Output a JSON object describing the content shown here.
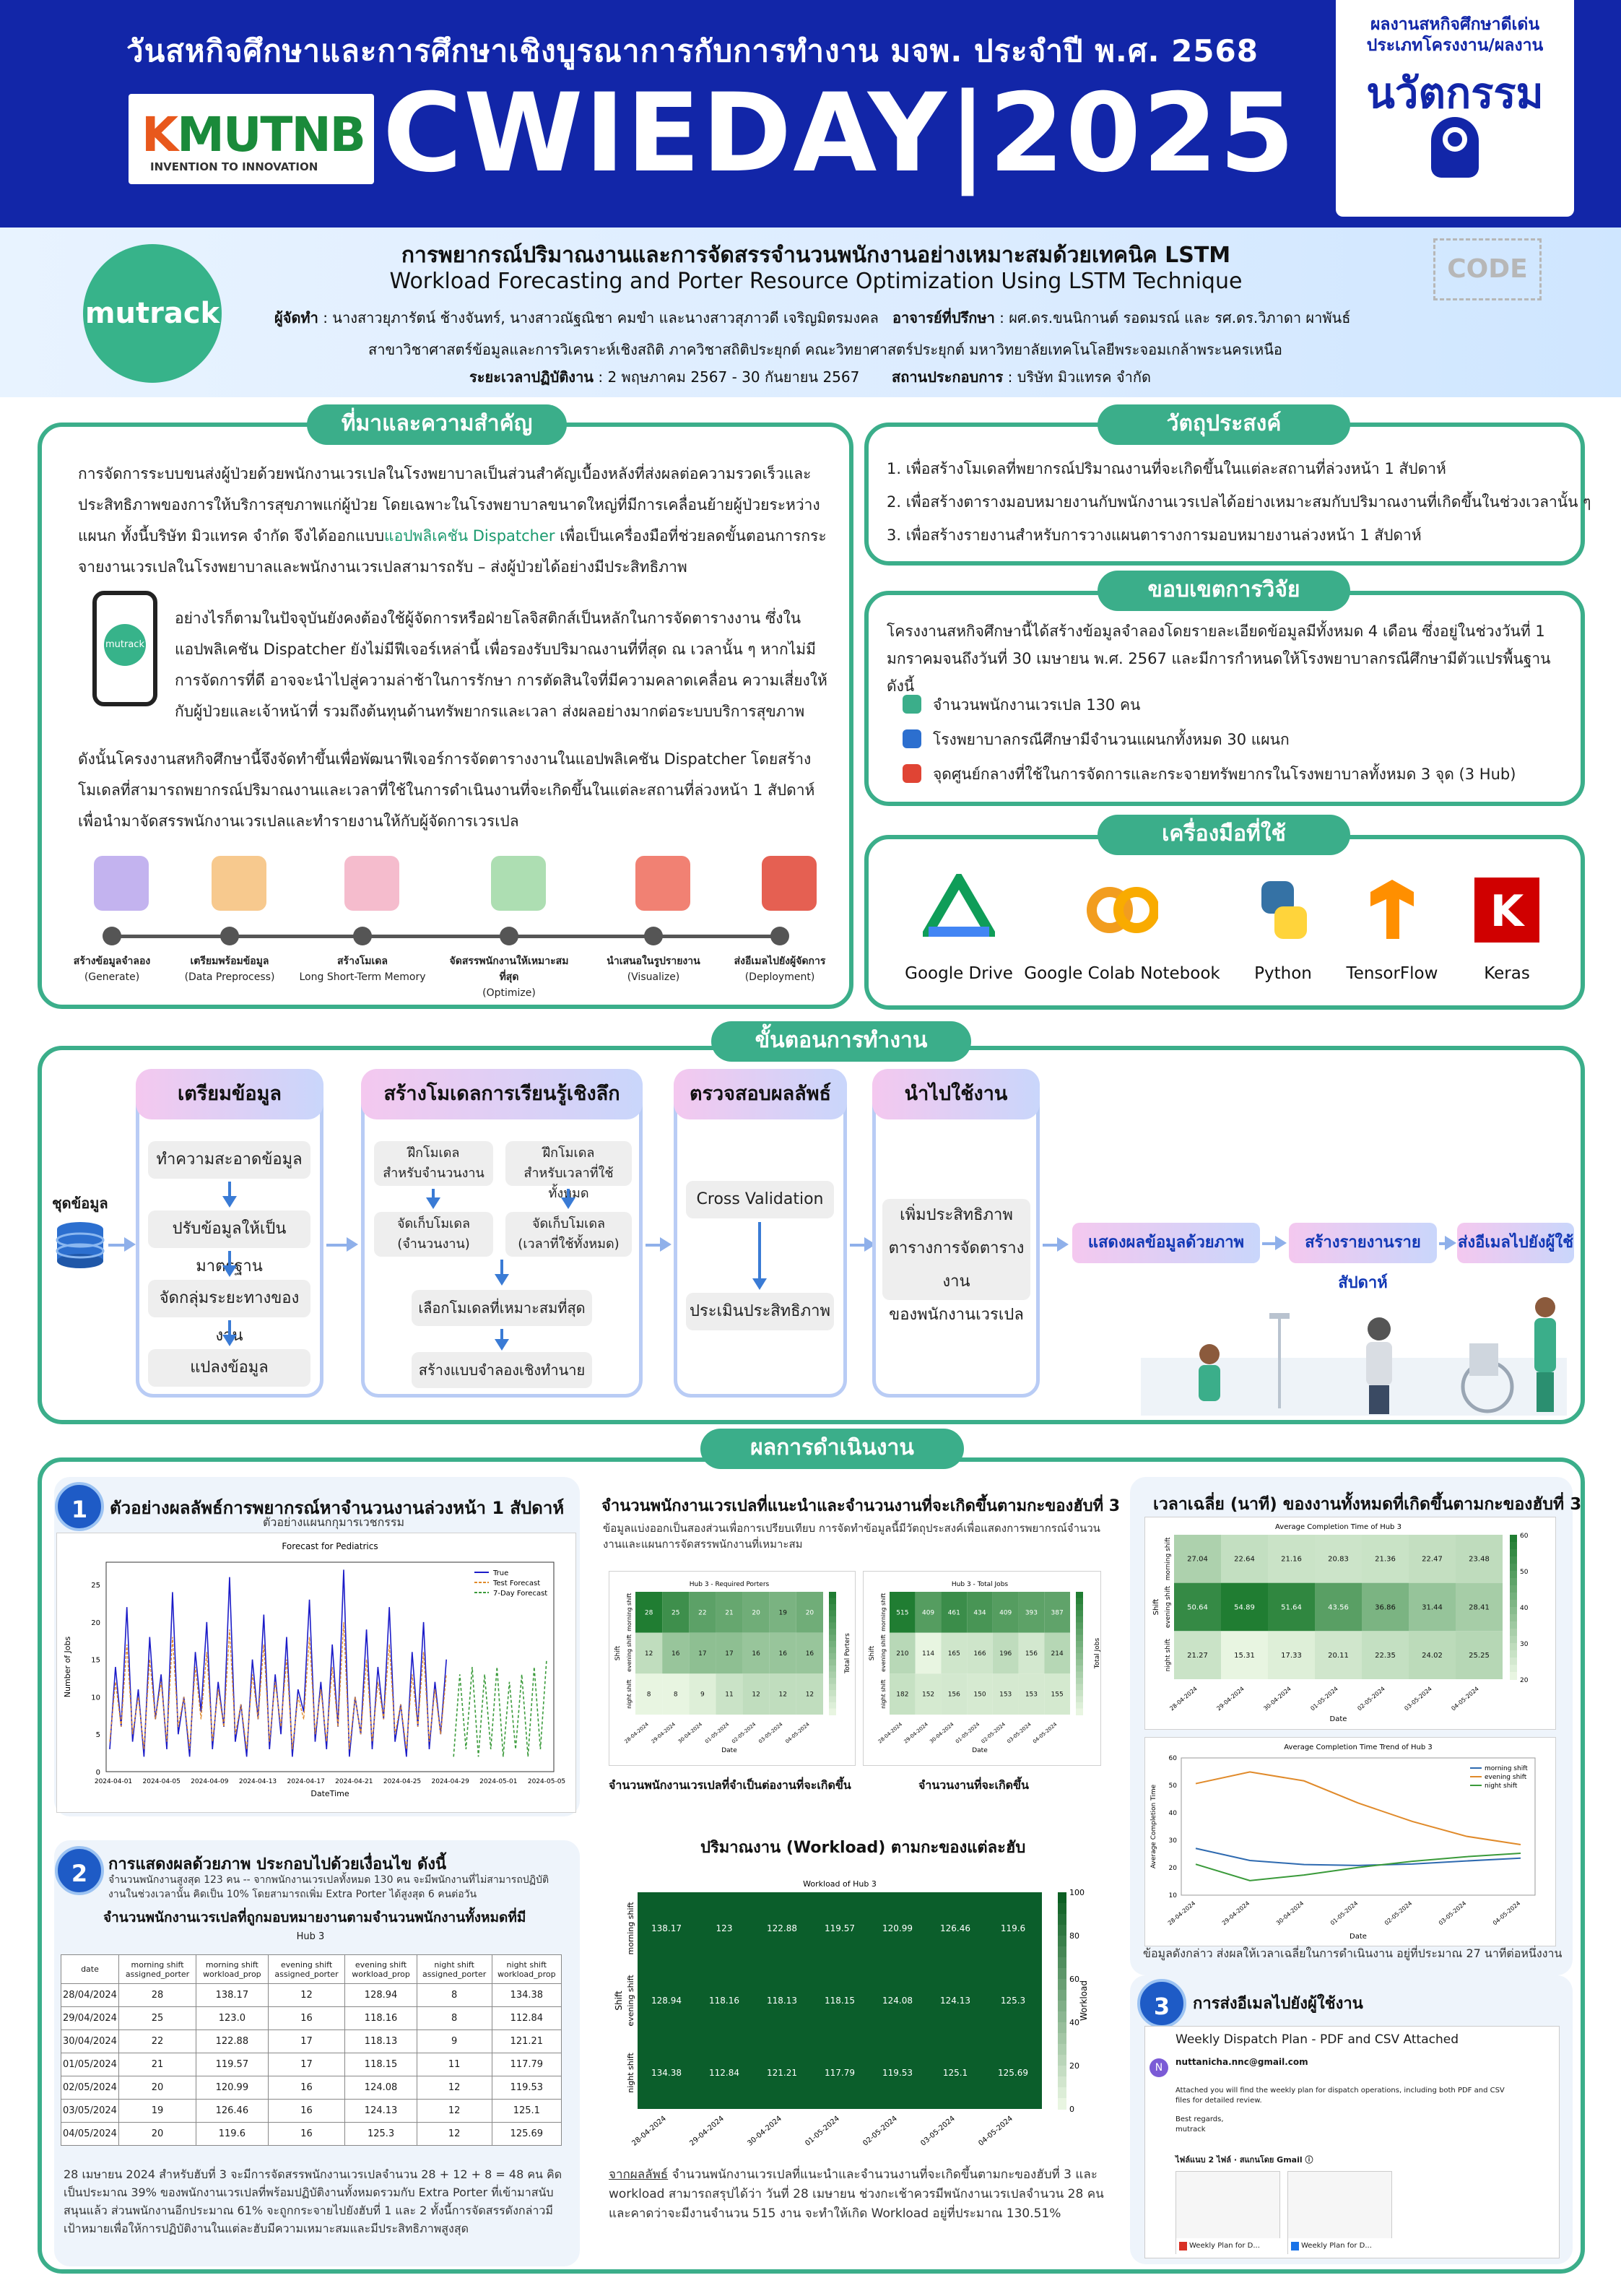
{
  "header": {
    "thai_title": "วันสหกิจศึกษาและการศึกษาเชิงบูรณาการกับการทำงาน มจพ. ประจำปี พ.ศ. 2568",
    "kmutnb_logo": "KMUTNB",
    "kmutnb_tagline": "INVENTION TO INNOVATION",
    "event": "CWIEDAY|2025",
    "award_line1": "ผลงานสหกิจศึกษาดีเด่น",
    "award_line2": "ประเภทโครงงาน/ผลงาน",
    "award_category": "นวัตกรรม",
    "award_icon": "lightbulb-gear-icon"
  },
  "project": {
    "logo_text": "mutrack",
    "title_th": "การพยากรณ์ปริมาณงานและการจัดสรรจำนวนพนักงานอย่างเหมาะสมด้วยเทคนิค LSTM",
    "title_en": "Workload Forecasting and Porter Resource Optimization Using LSTM Technique",
    "authors_label": "ผู้จัดทำ",
    "authors": ": นางสาวยุภารัตน์ ช้างจันทร์, นางสาวณัฐณิชา คมขำ และนางสาวสุภาวดี เจริญมิตรมงคล",
    "advisor_label": "อาจารย์ที่ปรึกษา",
    "advisors": ": ผศ.ดร.ขนนิกานต์ รอดมรณ์ และ รศ.ดร.วิภาดา ผาพันธ์",
    "department": "สาขาวิชาศาสตร์ข้อมูลและการวิเคราะห์เชิงสถิติ ภาควิชาสถิติประยุกต์ คณะวิทยาศาสตร์ประยุกต์ มหาวิทยาลัยเทคโนโลยีพระจอมเกล้าพระนครเหนือ",
    "period_label": "ระยะเวลาปฏิบัติงาน",
    "period": ": 2 พฤษภาคม 2567 - 30 กันยายน 2567",
    "company_label": "สถานประกอบการ",
    "company": ": บริษัท มิวแทรค จำกัด",
    "code_placeholder": "CODE"
  },
  "background": {
    "title": "ที่มาและความสำคัญ",
    "p1_a": "การจัดการระบบขนส่งผู้ป่วยด้วยพนักงานเวรเปลในโรงพยาบาลเป็นส่วนสำคัญเบื้องหลังที่ส่งผลต่อความรวดเร็วและประสิทธิภาพของการให้บริการสุขภาพแก่ผู้ป่วย โดยเฉพาะในโรงพยาบาลขนาดใหญ่ที่มีการเคลื่อนย้ายผู้ป่วยระหว่างแผนก ทั้งนี้บริษัท มิวแทรค จำกัด จึงได้ออกแบบ",
    "p1_hl": "แอปพลิเคชัน Dispatcher",
    "p1_b": " เพื่อเป็นเครื่องมือที่ช่วยลดขั้นตอนการกระจายงานเวรเปลในโรงพยาบาลและพนักงานเวรเปลสามารถรับ – ส่งผู้ป่วยได้อย่างมีประสิทธิภาพ",
    "p2": "อย่างไรก็ตามในปัจจุบันยังคงต้องใช้ผู้จัดการหรือฝ่ายโลจิสติกส์เป็นหลักในการจัดตารางงาน ซึ่งในแอปพลิเคชัน Dispatcher ยังไม่มีฟีเจอร์เหล่านี้ เพื่อรองรับปริมาณงานที่ที่สุด ณ เวลานั้น ๆ หากไม่มีการจัดการที่ดี อาจจะนำไปสู่ความล่าช้าในการรักษา การตัดสินใจที่มีความคลาดเคลื่อน ความเสี่ยงให้กับผู้ป่วยและเจ้าหน้าที่ รวมถึงต้นทุนด้านทรัพยากรและเวลา ส่งผลอย่างมากต่อระบบบริการสุขภาพ",
    "p3": "ดังนั้นโครงงานสหกิจศึกษานี้จึงจัดทำขึ้นเพื่อพัฒนาฟีเจอร์การจัดตารางงานในแอปพลิเคชัน Dispatcher โดยสร้างโมเดลที่สามารถพยากรณ์ปริมาณงานและเวลาที่ใช้ในการดำเนินงานที่จะเกิดขึ้นในแต่ละสถานที่ล่วงหน้า 1 สัปดาห์ เพื่อนำมาจัดสรรพนักงานเวรเปลและทำรายงานให้กับผู้จัดการเวรเปล",
    "timeline": [
      {
        "label": "สร้างข้อมูลจำลอง",
        "en": "(Generate)",
        "icon": "database-icon",
        "color": "#b9a6ec"
      },
      {
        "label": "เตรียมพร้อมข้อมูล",
        "en": "(Data Preprocess)",
        "icon": "data-gear-icon",
        "color": "#f6c07a"
      },
      {
        "label": "สร้างโมเดล",
        "en": "Long Short-Term Memory",
        "icon": "network-icon",
        "color": "#f3b0c4"
      },
      {
        "label": "จัดสรรพนักงานให้เหมาะสมที่สุด",
        "en": "(Optimize)",
        "icon": "chart-search-icon",
        "color": "#9fd8a5"
      },
      {
        "label": "นำเสนอในรูปรายงาน",
        "en": "(Visualize)",
        "icon": "pdf-csv-icon",
        "color": "#ef6b5b"
      },
      {
        "label": "ส่งอีเมลไปยังผู้จัดการ",
        "en": "(Deployment)",
        "icon": "gmail-icon",
        "color": "#e04434"
      }
    ]
  },
  "objectives": {
    "title": "วัตถุประสงค์",
    "items": [
      "1. เพื่อสร้างโมเดลที่พยากรณ์ปริมาณงานที่จะเกิดขึ้นในแต่ละสถานที่ล่วงหน้า 1 สัปดาห์",
      "2. เพื่อสร้างตารางมอบหมายงานกับพนักงานเวรเปลได้อย่างเหมาะสมกับปริมาณงานที่เกิดขึ้นในช่วงเวลานั้น ๆ",
      "3. เพื่อสร้างรายงานสำหรับการวางแผนตารางการมอบหมายงานล่วงหน้า 1 สัปดาห์"
    ]
  },
  "scope": {
    "title": "ขอบเขตการวิจัย",
    "text": "โครงงานสหกิจศึกษานี้ได้สร้างข้อมูลจำลองโดยรายละเอียดข้อมูลมีทั้งหมด 4 เดือน ซึ่งอยู่ในช่วงวันที่ 1 มกราคมจนถึงวันที่ 30 เมษายน พ.ศ. 2567 และมีการกำหนดให้โรงพยาบาลกรณีศึกษามีตัวแปรพื้นฐาน ดังนี้",
    "items": [
      {
        "icon": "porter-icon",
        "text": "จำนวนพนักงานเวรเปล 130 คน"
      },
      {
        "icon": "hospital-icon",
        "text": "โรงพยาบาลกรณีศึกษามีจำนวนแผนกทั้งหมด 30 แผนก"
      },
      {
        "icon": "hub-icon",
        "text": "จุดศูนย์กลางที่ใช้ในการจัดการและกระจายทรัพยากรในโรงพยาบาลทั้งหมด 3 จุด (3 Hub)"
      }
    ]
  },
  "tools": {
    "title": "เครื่องมือที่ใช้",
    "items": [
      {
        "name": "Google Drive",
        "icon": "google-drive-icon"
      },
      {
        "name": "Google Colab Notebook",
        "icon": "colab-icon"
      },
      {
        "name": "Python",
        "icon": "python-icon"
      },
      {
        "name": "TensorFlow",
        "icon": "tensorflow-icon"
      },
      {
        "name": "Keras",
        "icon": "keras-icon"
      }
    ]
  },
  "workflow": {
    "title": "ขั้นตอนการทำงาน",
    "source_label": "ชุดข้อมูล",
    "prep": {
      "title": "เตรียมข้อมูล",
      "steps": [
        "ทำความสะอาดข้อมูล",
        "ปรับข้อมูลให้เป็นมาตรฐาน",
        "จัดกลุ่มระยะทางของงาน",
        "แปลงข้อมูล"
      ]
    },
    "model": {
      "title": "สร้างโมเดลการเรียนรู้เชิงลึก",
      "train_a": "ฝึกโมเดล\nสำหรับจำนวนงาน",
      "train_b": "ฝึกโมเดล\nสำหรับเวลาที่ใช้ทั้งหมด",
      "save_a": "จัดเก็บโมเดล\n(จำนวนงาน)",
      "save_b": "จัดเก็บโมเดล\n(เวลาที่ใช้ทั้งหมด)",
      "select": "เลือกโมเดลที่เหมาะสมที่สุด",
      "build": "สร้างแบบจำลองเชิงทำนาย"
    },
    "validate": {
      "title": "ตรวจสอบผลลัพธ์",
      "steps": [
        "Cross Validation",
        "ประเมินประสิทธิภาพ"
      ]
    },
    "deploy": {
      "title": "นำไปใช้งาน",
      "text": "เพิ่มประสิทธิภาพ\nตารางการจัดตารางงาน\nของพนักงานเวรเปล"
    },
    "outputs": [
      "แสดงผลข้อมูลด้วยภาพ",
      "สร้างรายงานรายสัปดาห์",
      "ส่งอีเมลไปยังผู้ใช้"
    ]
  },
  "results": {
    "title": "ผลการดำเนินงาน",
    "r1": {
      "num": "1",
      "heading": "ตัวอย่างผลลัพธ์การพยากรณ์หาจำนวนงานล่วงหน้า 1 สัปดาห์",
      "sub": "ตัวอย่างแผนกกุมารเวชกรรม",
      "chart_title": "Forecast for Pediatrics",
      "xlabel": "DateTime",
      "ylabel": "Number of Jobs",
      "legend": [
        "True",
        "Test Forecast",
        "7-Day Forecast"
      ]
    },
    "r2": {
      "num": "2",
      "heading": "การแสดงผลด้วยภาพ ประกอบไปด้วยเงื่อนไข ดังนี้",
      "note": "จำนวนพนักงานสูงสุด 123 คน -- จากพนักงานเวรเปลทั้งหมด 130 คน จะมีพนักงานที่ไม่สามารถปฏิบัติงานในช่วงเวลานั้น คิดเป็น 10% โดยสามารถเพิ่ม Extra Porter ได้สูงสุด 6 คนต่อวัน",
      "table_heading": "จำนวนพนักงานเวรเปลที่ถูกมอบหมายงานตามจำนวนพนักงานทั้งหมดที่มี",
      "table_title": "Hub 3",
      "columns": [
        "date",
        "morning shift assigned_porter",
        "morning shift workload_prop",
        "evening shift assigned_porter",
        "evening shift workload_prop",
        "night shift assigned_porter",
        "night shift workload_prop"
      ],
      "rows": [
        [
          "28/04/2024",
          "28",
          "138.17",
          "12",
          "128.94",
          "8",
          "134.38"
        ],
        [
          "29/04/2024",
          "25",
          "123.0",
          "16",
          "118.16",
          "8",
          "112.84"
        ],
        [
          "30/04/2024",
          "22",
          "122.88",
          "17",
          "118.13",
          "9",
          "121.21"
        ],
        [
          "01/05/2024",
          "21",
          "119.57",
          "17",
          "118.15",
          "11",
          "117.79"
        ],
        [
          "02/05/2024",
          "20",
          "120.99",
          "16",
          "124.08",
          "12",
          "119.53"
        ],
        [
          "03/05/2024",
          "19",
          "126.46",
          "16",
          "124.13",
          "12",
          "125.1"
        ],
        [
          "04/05/2024",
          "20",
          "119.6",
          "16",
          "125.3",
          "12",
          "125.69"
        ]
      ],
      "summary": "28 เมษายน 2024 สำหรับฮับที่ 3 จะมีการจัดสรรพนักงานเวรเปลจำนวน 28 + 12 + 8 = 48 คน คิดเป็นประมาณ 39% ของพนักงานเวรเปลที่พร้อมปฏิบัติงานทั้งหมดรวมกับ Extra Porter ที่เข้ามาสนับสนุนแล้ว ส่วนพนักงานอีกประมาณ 61% จะถูกกระจายไปยังฮับที่ 1 และ 2 ทั้งนี้การจัดสรรดังกล่าวมีเป้าหมายเพื่อให้การปฏิบัติงานในแต่ละฮับมีความเหมาะสมและมีประสิทธิภาพสูงสุด"
    },
    "mid": {
      "heading": "จำนวนพนักงานเวรเปลที่แนะนำและจำนวนงานที่จะเกิดขึ้นตามกะของฮับที่ 3",
      "desc": "ข้อมูลแบ่งออกเป็นสองส่วนเพื่อการเปรียบเทียบ การจัดทำข้อมูลนี้มีวัตถุประสงค์เพื่อแสดงการพยากรณ์จำนวนงานและแผนการจัดสรรพนักงานที่เหมาะสม",
      "hm1_title": "Hub 3 - Required Porters",
      "hm2_title": "Hub 3 - Total Jobs",
      "cap1": "จำนวนพนักงานเวรเปลที่จำเป็นต่องานที่จะเกิดขึ้น",
      "cap2": "จำนวนงานที่จะเกิดขึ้น",
      "workload_heading": "ปริมาณงาน (Workload) ตามกะของแต่ละฮับ",
      "workload_title": "Workload of Hub 3",
      "workload_cbar": "Workload",
      "note_label": "จากผลลัพธ์",
      "note": " จำนวนพนักงานเวรเปลที่แนะนำและจำนวนงานที่จะเกิดขึ้นตามกะของฮับที่ 3 และ workload สามารถสรุปได้ว่า วันที่ 28 เมษายน ช่วงกะเช้าควรมีพนักงานเวรเปลจำนวน 28 คน และคาดว่าจะมีงานจำนวน 515 งาน จะทำให้เกิด Workload อยู่ที่ประมาณ 130.51%"
    },
    "right": {
      "heading": "เวลาเฉลี่ย (นาที) ของงานทั้งหมดที่เกิดขึ้นตามกะของฮับที่ 3",
      "hm_title": "Average Completion Time of Hub 3",
      "line_title": "Average Completion Time Trend of Hub 3",
      "line_legend": [
        "morning shift",
        "evening shift",
        "night shift"
      ],
      "note": "ข้อมูลดังกล่าว ส่งผลให้เวลาเฉลี่ยในการดำเนินงาน อยู่ที่ประมาณ 27 นาทีต่อหนึ่งงาน"
    },
    "r3": {
      "num": "3",
      "heading": "การส่งอีเมลไปยังผู้ใช้งาน",
      "email_subject": "Weekly Dispatch Plan - PDF and CSV Attached",
      "email_from": "nuttanicha.nnc@gmail.com",
      "email_body": "Attached you will find the weekly plan for dispatch operations, including both PDF and CSV files for detailed review.",
      "email_sign": "Best regards,\nmutrack",
      "attach_label": "ไฟล์แนบ 2 ไฟล์ · สแกนโดย Gmail ⓘ",
      "attach1": "Weekly Plan for D...",
      "attach2": "Weekly Plan for D..."
    }
  },
  "chart_data": [
    {
      "type": "line",
      "title": "Forecast for Pediatrics",
      "xlabel": "DateTime",
      "ylabel": "Number of Jobs",
      "x_ticks": [
        "2024-04-01",
        "2024-04-05",
        "2024-04-09",
        "2024-04-13",
        "2024-04-17",
        "2024-04-21",
        "2024-04-25",
        "2024-04-29",
        "2024-05-01",
        "2024-05-05"
      ],
      "ylim": [
        0,
        28
      ],
      "y_ticks": [
        0,
        5,
        10,
        15,
        20,
        25
      ],
      "series": [
        {
          "name": "True",
          "color": "#1c1cc8",
          "values": [
            3,
            14,
            6,
            22,
            4,
            11,
            2,
            18,
            7,
            13,
            3,
            24,
            5,
            10,
            2,
            16,
            8,
            20,
            3,
            12,
            6,
            26,
            4,
            9,
            2,
            15,
            7,
            21,
            3,
            13,
            5,
            18,
            2,
            11,
            8,
            23,
            4,
            12,
            3,
            17,
            6,
            27,
            2,
            10,
            5,
            19,
            3,
            14,
            7,
            22,
            4,
            9,
            2,
            16,
            6,
            20,
            3,
            12,
            5,
            15
          ]
        },
        {
          "name": "Test Forecast",
          "color": "#e08a2a",
          "values": [
            4,
            12,
            6,
            17,
            5,
            10,
            3,
            15,
            7,
            12,
            4,
            18,
            6,
            10,
            3,
            14,
            7,
            16,
            4,
            11,
            6,
            19,
            5,
            9,
            3,
            13,
            7,
            17,
            4,
            12,
            6,
            15,
            3,
            10,
            7,
            18,
            5,
            11,
            4,
            14,
            6,
            20,
            3,
            10,
            5,
            15,
            4,
            12,
            7,
            17,
            5,
            9,
            3,
            13,
            6,
            16,
            4,
            11,
            5,
            13
          ]
        },
        {
          "name": "7-Day Forecast",
          "color": "#3a9a3a",
          "values": [
            2,
            13,
            3,
            14,
            2,
            13,
            3,
            14,
            2,
            12,
            3,
            13,
            2,
            14,
            3,
            15
          ]
        }
      ]
    },
    {
      "type": "heatmap",
      "title": "Hub 3 - Required Porters",
      "rows": [
        "morning shift",
        "evening shift",
        "night shift"
      ],
      "x": [
        "28-04-2024",
        "29-04-2024",
        "30-04-2024",
        "01-05-2024",
        "02-05-2024",
        "03-05-2024",
        "04-05-2024"
      ],
      "values": [
        [
          28,
          25,
          22,
          21,
          20,
          19,
          20
        ],
        [
          12,
          16,
          17,
          17,
          16,
          16,
          16
        ],
        [
          8,
          8,
          9,
          11,
          12,
          12,
          12
        ]
      ],
      "ylabel": "Shift",
      "xlabel": "Date",
      "cbar_label": "Total Porters"
    },
    {
      "type": "heatmap",
      "title": "Hub 3 - Total Jobs",
      "rows": [
        "morning shift",
        "evening shift",
        "night shift"
      ],
      "x": [
        "28-04-2024",
        "29-04-2024",
        "30-04-2024",
        "01-05-2024",
        "02-05-2024",
        "03-05-2024",
        "04-05-2024"
      ],
      "values": [
        [
          515,
          409,
          461,
          434,
          409,
          393,
          387
        ],
        [
          210,
          114,
          165,
          166,
          196,
          156,
          214
        ],
        [
          182,
          152,
          156,
          150,
          153,
          153,
          155
        ]
      ],
      "ylabel": "Shift",
      "xlabel": "Date",
      "cbar_label": "Total Jobs"
    },
    {
      "type": "heatmap",
      "title": "Workload of Hub 3",
      "rows": [
        "morning shift",
        "evening shift",
        "night shift"
      ],
      "x": [
        "28-04-2024",
        "29-04-2024",
        "30-04-2024",
        "01-05-2024",
        "02-05-2024",
        "03-05-2024",
        "04-05-2024"
      ],
      "values": [
        [
          138.17,
          123.0,
          122.88,
          119.57,
          120.99,
          126.46,
          119.6
        ],
        [
          128.94,
          118.16,
          118.13,
          118.15,
          124.08,
          124.13,
          125.3
        ],
        [
          134.38,
          112.84,
          121.21,
          117.79,
          119.53,
          125.1,
          125.69
        ]
      ],
      "ylabel": "Shift",
      "cbar_label": "Workload",
      "cbar_ticks": [
        0,
        20,
        40,
        60,
        80,
        100
      ]
    },
    {
      "type": "heatmap",
      "title": "Average Completion Time of Hub 3",
      "rows": [
        "morning shift",
        "evening shift",
        "night shift"
      ],
      "x": [
        "28-04-2024",
        "29-04-2024",
        "30-04-2024",
        "01-05-2024",
        "02-05-2024",
        "03-05-2024",
        "04-05-2024"
      ],
      "values": [
        [
          27.04,
          22.64,
          21.16,
          20.83,
          21.36,
          22.47,
          23.48
        ],
        [
          50.64,
          54.89,
          51.64,
          43.56,
          36.86,
          31.44,
          28.41
        ],
        [
          21.27,
          15.31,
          17.33,
          20.11,
          22.35,
          24.02,
          25.25
        ]
      ],
      "ylabel": "Shift",
      "xlabel": "Date",
      "cbar_ticks": [
        20,
        30,
        40,
        50,
        60
      ]
    },
    {
      "type": "line",
      "title": "Average Completion Time Trend of Hub 3",
      "x": [
        "28-04-2024",
        "29-04-2024",
        "30-04-2024",
        "01-05-2024",
        "02-05-2024",
        "03-05-2024",
        "04-05-2024"
      ],
      "xlabel": "Date",
      "ylabel": "Average Completion Time",
      "ylim": [
        10,
        60
      ],
      "series": [
        {
          "name": "morning shift",
          "color": "#2e6ab0",
          "values": [
            27.04,
            22.64,
            21.16,
            20.83,
            21.36,
            22.47,
            23.48
          ]
        },
        {
          "name": "evening shift",
          "color": "#e08a2a",
          "values": [
            50.64,
            54.89,
            51.64,
            43.56,
            36.86,
            31.44,
            28.41
          ]
        },
        {
          "name": "night shift",
          "color": "#3a9a3a",
          "values": [
            21.27,
            15.31,
            17.33,
            20.11,
            22.35,
            24.02,
            25.25
          ]
        }
      ]
    }
  ]
}
